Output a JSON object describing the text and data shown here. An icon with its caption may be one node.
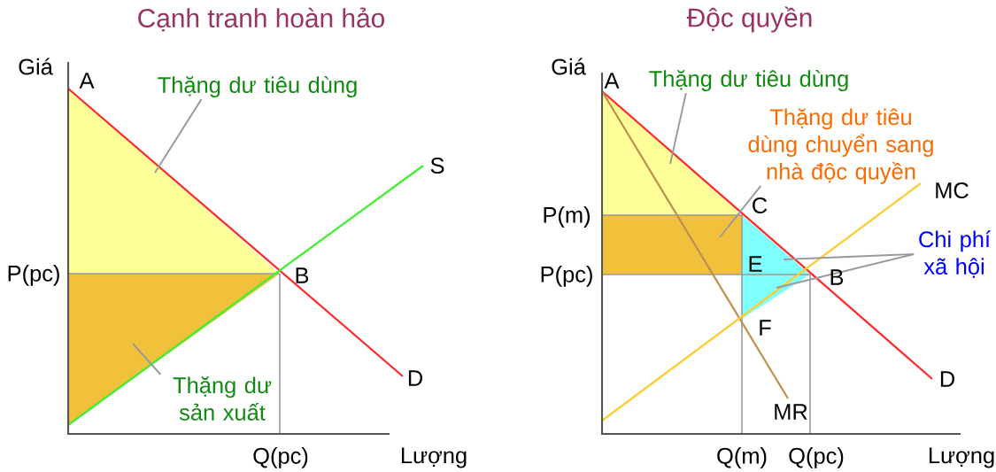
{
  "diagram": {
    "nodes": [
      {
        "text": [
          "Thặng dư tiêu dùng"
        ]
      },
      {
        "text": [],
        "shape": "triangle"
      },
      {
        "text": [
          "Thặng dư sản xuất"
        ]
      },
      {
        "text": [],
        "shape": "triangle"
      },
      {
        "text": [
          "Thặng dư tiêu dùng"
        ]
      },
      {
        "text": [],
        "shape": "triangle"
      },
      {
        "text": [
          "Thặng dư tiêu dùng chuyển sang nhà độc quyền"
        ]
      },
      {
        "text": [],
        "shape": "box"
      },
      {
        "text": [
          "Chi phí xã hội"
        ]
      },
      {
        "text": [],
        "shape": "triangle"
      }
    ],
    "edges": [
      {
        "from": 0,
        "to": 1,
        "arrow": "none"
      },
      {
        "from": 2,
        "to": 3,
        "arrow": "none"
      },
      {
        "from": 4,
        "to": 5,
        "arrow": "none"
      },
      {
        "from": 6,
        "to": 7,
        "arrow": "none"
      },
      {
        "from": 8,
        "to": 9,
        "arrow": "none"
      },
      {
        "from": 8,
        "to": 9,
        "arrow": "none"
      }
    ],
    "labels": [
      "Cạnh tranh hoàn hảo",
      "Độc quyền",
      "Giá",
      "A",
      "Giá",
      "A",
      "S",
      "MC",
      "P(m)",
      "C",
      "P(pc)",
      "B",
      "E",
      "P(pc)",
      "B",
      "F",
      "D",
      "D",
      "MR",
      "Q(pc)",
      "Lượng",
      "Q(m)",
      "Q(pc)",
      "Lượng"
    ]
  }
}
